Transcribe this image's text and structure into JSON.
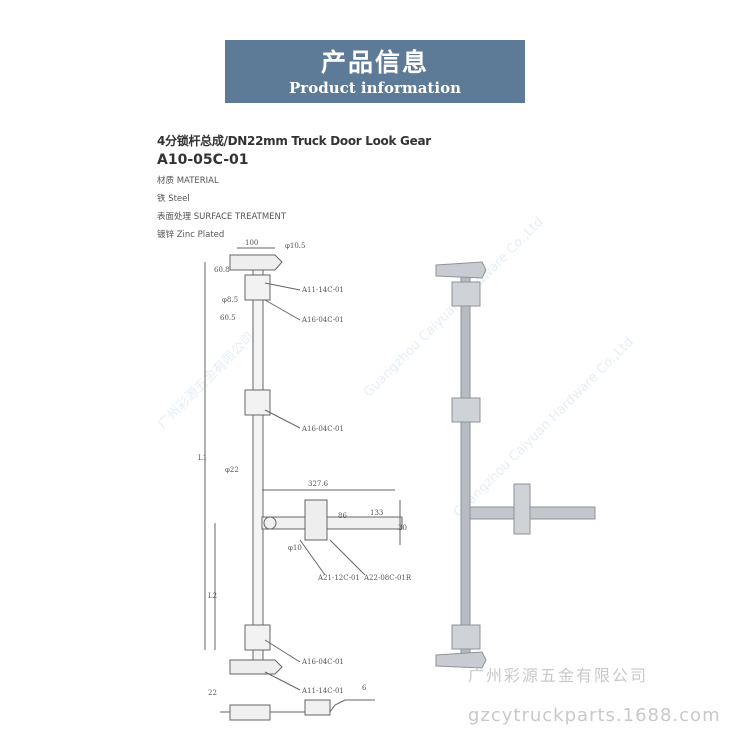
{
  "banner": {
    "title_cn": "产品信息",
    "title_en": "Product information"
  },
  "spec": {
    "title": "4分锁杆总成/DN22mm Truck Door Look Gear",
    "model": "A10-05C-01",
    "material_label": "材质 MATERIAL",
    "material_value": "铁  Steel",
    "surface_label": "表面处理 SURFACE TREATMENT",
    "surface_value": "镀锌   Zinc Plated"
  },
  "drawing": {
    "dims": {
      "d100": "100",
      "d10_5": "φ10.5",
      "d60_8": "60.8",
      "d8_5": "φ8.5",
      "d60_5": "60.5",
      "d22": "φ22",
      "d327_6": "327.6",
      "d86": "86",
      "d133": "133",
      "d30": "30",
      "d10": "φ10",
      "L1": "L1",
      "L2": "L2",
      "d22b": "22",
      "d6": "6"
    },
    "parts": {
      "p1": "A11-14C-01",
      "p2": "A16-04C-01",
      "p3": "A16-04C-01",
      "p4": "A21-12C-01",
      "p5": "A22-08C-01R",
      "p6": "A16-04C-01",
      "p7": "A11-14C-01"
    }
  },
  "watermark": {
    "cn": "广州彩源五金有限公司",
    "en": "Guangzhou Caiyuan Hardware Co.,Ltd",
    "url": "gzcytruckparts.1688.com"
  }
}
